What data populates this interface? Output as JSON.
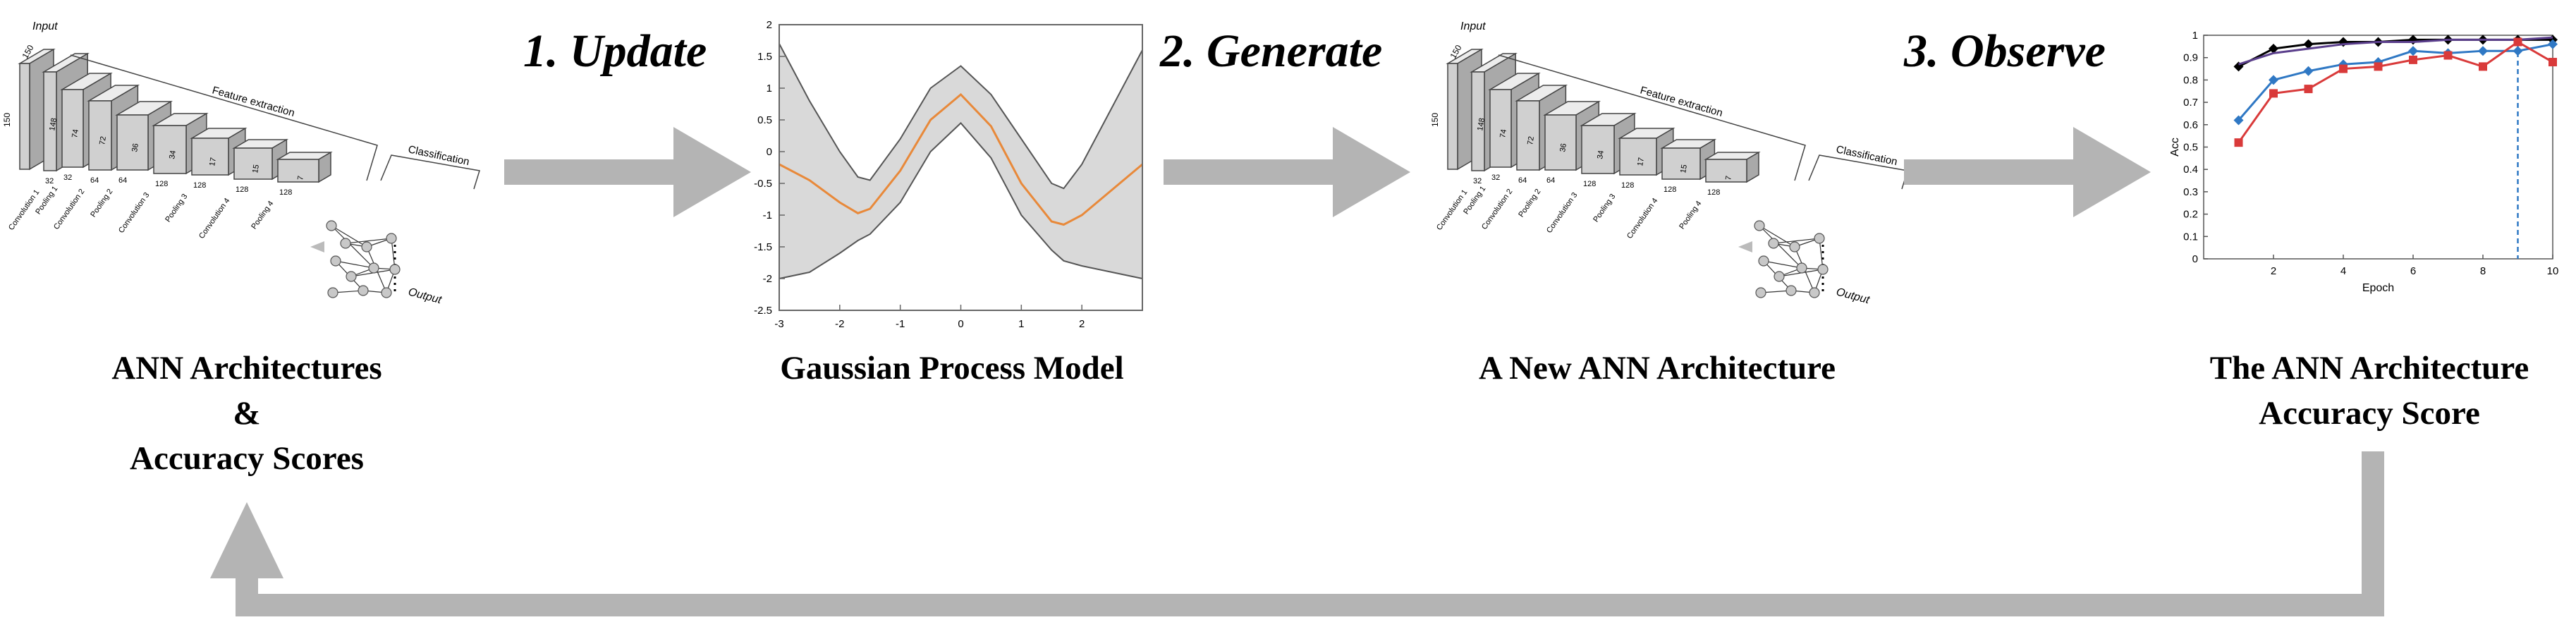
{
  "steps": {
    "update": "1. Update",
    "generate": "2. Generate",
    "observe": "3. Observe"
  },
  "labels": {
    "ann_line1": "ANN Architectures",
    "ann_line2": "&",
    "ann_line3": "Accuracy Scores",
    "gp": "Gaussian Process Model",
    "new_ann": "A New ANN Architecture",
    "score_line1": "The ANN Architecture",
    "score_line2": "Accuracy Score"
  },
  "cnn": {
    "input": "Input",
    "feature_extraction": "Feature extraction",
    "classification": "Classification",
    "output": "Output",
    "input_dims": [
      "150",
      "150"
    ],
    "blocks": [
      "148",
      "74",
      "72",
      "36",
      "34",
      "17",
      "15",
      "7"
    ],
    "channels": [
      "32",
      "32",
      "64",
      "64",
      "128",
      "128",
      "128",
      "128"
    ],
    "layers": [
      "Convolution 1",
      "Pooling 1",
      "Convolution 2",
      "Pooling 2",
      "Convolution 3",
      "Pooling 3",
      "Convolution 4",
      "Pooling 4"
    ]
  },
  "colors": {
    "arrow": "#b4b4b4",
    "gp_band": "#d9d9d9",
    "gp_mean": "#e8893a",
    "series_black": "#000000",
    "series_purple": "#5b3f8c",
    "series_blue": "#2f78c4",
    "series_red": "#d93a3a",
    "vline": "#2f78c4"
  },
  "chart_data": [
    {
      "type": "line",
      "title": "",
      "xlabel": "",
      "ylabel": "",
      "xlim": [
        -3,
        3
      ],
      "ylim": [
        -2.5,
        2
      ],
      "xticks": [
        -3,
        -2,
        -1,
        0,
        1,
        2
      ],
      "yticks": [
        -2.5,
        -2,
        -1.5,
        -1,
        -0.5,
        0,
        0.5,
        1,
        1.5,
        2
      ],
      "x": [
        -3,
        -2.5,
        -2,
        -1.7,
        -1.5,
        -1,
        -0.5,
        0,
        0.5,
        1,
        1.5,
        1.7,
        2,
        2.5,
        3
      ],
      "mean": [
        -0.2,
        -0.45,
        -0.8,
        -0.97,
        -0.9,
        -0.3,
        0.5,
        0.9,
        0.4,
        -0.5,
        -1.1,
        -1.15,
        -1.0,
        -0.6,
        -0.2
      ],
      "upper": [
        1.7,
        0.8,
        0.0,
        -0.4,
        -0.45,
        0.2,
        1.0,
        1.35,
        0.9,
        0.2,
        -0.5,
        -0.58,
        -0.2,
        0.7,
        1.6
      ],
      "lower": [
        -2.0,
        -1.9,
        -1.6,
        -1.4,
        -1.3,
        -0.8,
        0.0,
        0.45,
        -0.1,
        -1.0,
        -1.55,
        -1.72,
        -1.8,
        -1.9,
        -2.0
      ],
      "grid": false,
      "legend": "none"
    },
    {
      "type": "line",
      "title": "",
      "xlabel": "Epoch",
      "ylabel": "Acc",
      "xlim": [
        0,
        10
      ],
      "ylim": [
        0,
        1
      ],
      "xticks": [
        2,
        4,
        6,
        8,
        10
      ],
      "yticks": [
        0,
        0.1,
        0.2,
        0.3,
        0.4,
        0.5,
        0.6,
        0.7,
        0.8,
        0.9,
        1
      ],
      "x": [
        1,
        2,
        3,
        4,
        5,
        6,
        7,
        8,
        9,
        10
      ],
      "series": [
        {
          "color": "#000000",
          "marker": "diamond",
          "values": [
            0.86,
            0.94,
            0.96,
            0.97,
            0.97,
            0.98,
            0.98,
            0.98,
            0.98,
            0.98
          ]
        },
        {
          "color": "#5b3f8c",
          "marker": "none",
          "values": [
            0.87,
            0.92,
            0.94,
            0.96,
            0.97,
            0.97,
            0.98,
            0.98,
            0.98,
            0.99
          ]
        },
        {
          "color": "#2f78c4",
          "marker": "diamond",
          "values": [
            0.62,
            0.8,
            0.84,
            0.87,
            0.88,
            0.93,
            0.92,
            0.93,
            0.93,
            0.96
          ]
        },
        {
          "color": "#d93a3a",
          "marker": "square",
          "values": [
            0.52,
            0.74,
            0.76,
            0.85,
            0.86,
            0.89,
            0.91,
            0.86,
            0.97,
            0.88
          ]
        }
      ],
      "vline_x": 9,
      "grid": false,
      "legend": "none"
    }
  ]
}
